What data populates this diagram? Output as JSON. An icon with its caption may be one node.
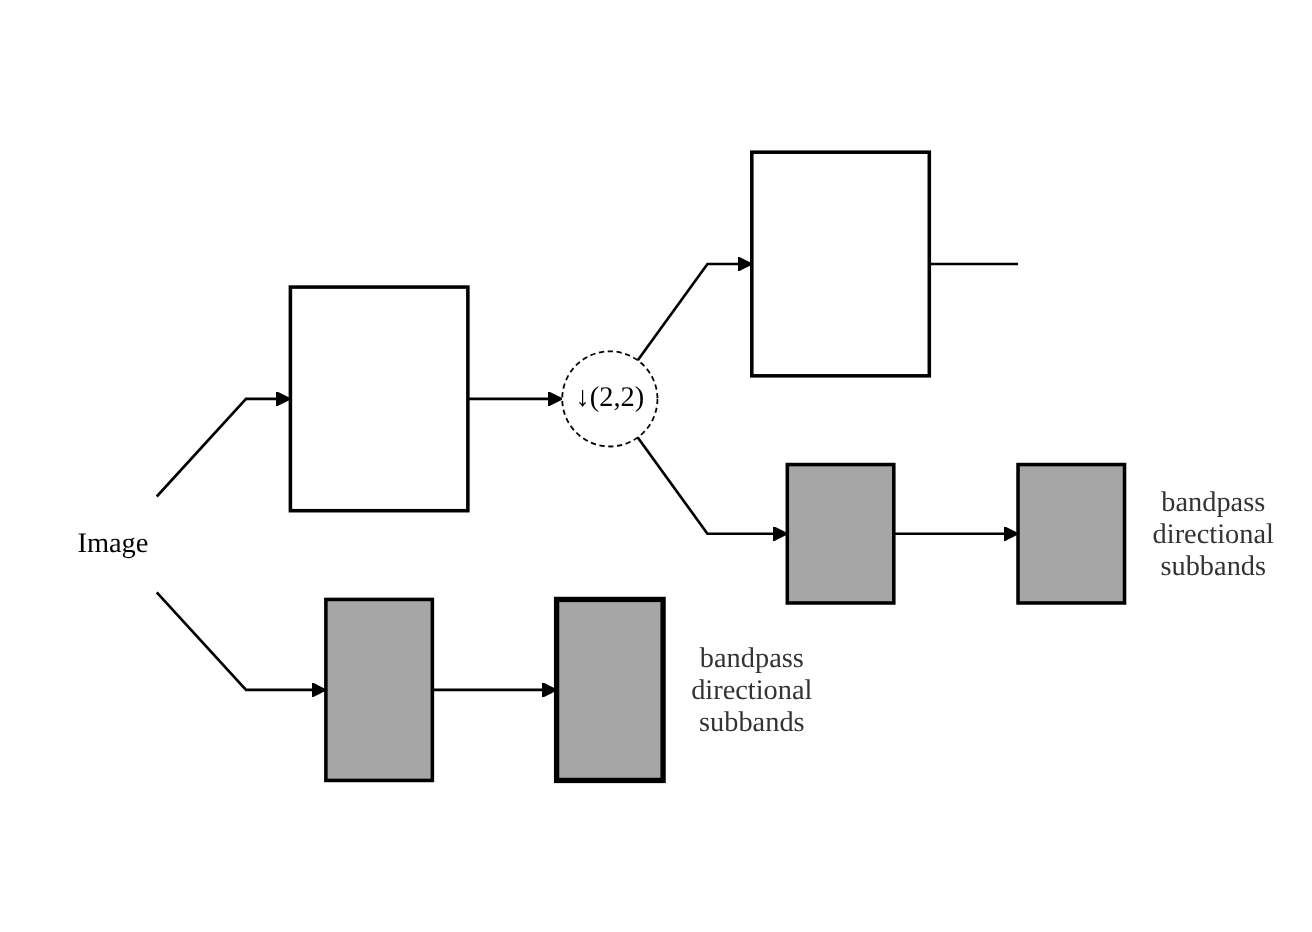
{
  "diagram": {
    "nodes": [
      {
        "text": [
          "Image"
        ]
      },
      {
        "text": [],
        "shape": "box"
      },
      {
        "text": [],
        "shape": "box"
      },
      {
        "text": [
          "↓(2,2)"
        ]
      },
      {
        "text": [],
        "shape": "box"
      },
      {
        "text": [],
        "shape": "box"
      },
      {
        "text": [],
        "shape": "box",
        "beside": [
          "bandpass directional subbands"
        ]
      },
      {
        "text": [],
        "shape": "box",
        "beside": [
          "bandpass directional subbands"
        ]
      }
    ],
    "edges": [
      {
        "from": 0,
        "to": 1,
        "arrow": "to"
      },
      {
        "from": 0,
        "to": 2,
        "arrow": "to"
      },
      {
        "from": 1,
        "to": 3,
        "arrow": "to"
      },
      {
        "from": 3,
        "to": 4,
        "arrow": "to"
      },
      {
        "from": 3,
        "to": 5,
        "arrow": "to"
      },
      {
        "from": 5,
        "to": 6,
        "arrow": "to"
      },
      {
        "from": 2,
        "to": 7,
        "arrow": "to"
      },
      {
        "from": 4,
        "to": null,
        "arrow": "none"
      }
    ]
  }
}
